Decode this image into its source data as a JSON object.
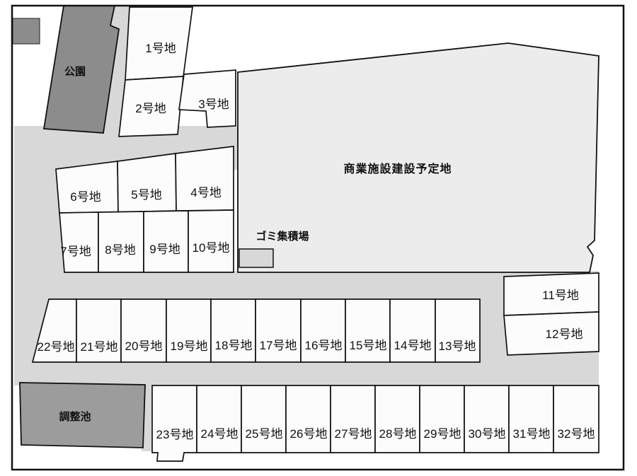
{
  "colors": {
    "road": "#d8d8d8",
    "lot": "#fcfcfc",
    "commercial": "#ececec",
    "park": "#8c8c8c",
    "pond": "#9c9c9c",
    "line": "#111111"
  },
  "diagram": {
    "park_label": "公園",
    "commercial_label": "商業施設建設予定地",
    "garbage_label": "ゴミ集積場",
    "pond_label": "調整池",
    "lots": [
      {
        "label": "1号地"
      },
      {
        "label": "2号地"
      },
      {
        "label": "3号地"
      },
      {
        "label": "4号地"
      },
      {
        "label": "5号地"
      },
      {
        "label": "6号地"
      },
      {
        "label": "7号地"
      },
      {
        "label": "8号地"
      },
      {
        "label": "9号地"
      },
      {
        "label": "10号地"
      },
      {
        "label": "11号地"
      },
      {
        "label": "12号地"
      },
      {
        "label": "13号地"
      },
      {
        "label": "14号地"
      },
      {
        "label": "15号地"
      },
      {
        "label": "16号地"
      },
      {
        "label": "17号地"
      },
      {
        "label": "18号地"
      },
      {
        "label": "19号地"
      },
      {
        "label": "20号地"
      },
      {
        "label": "21号地"
      },
      {
        "label": "22号地"
      },
      {
        "label": "23号地"
      },
      {
        "label": "24号地"
      },
      {
        "label": "25号地"
      },
      {
        "label": "26号地"
      },
      {
        "label": "27号地"
      },
      {
        "label": "28号地"
      },
      {
        "label": "29号地"
      },
      {
        "label": "30号地"
      },
      {
        "label": "31号地"
      },
      {
        "label": "32号地"
      }
    ]
  }
}
